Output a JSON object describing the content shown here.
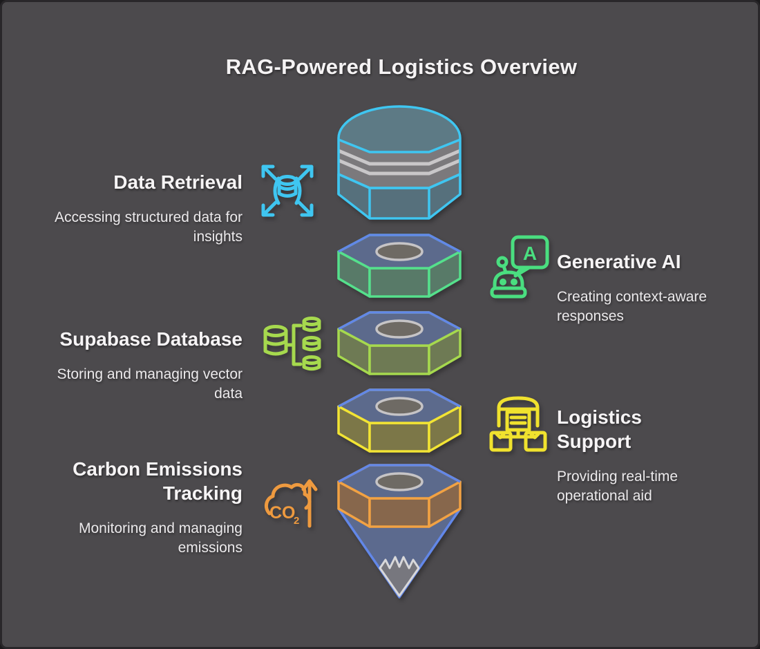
{
  "title": "RAG-Powered Logistics Overview",
  "sections": {
    "data_retrieval": {
      "heading": "Data Retrieval",
      "description": "Accessing structured data for insights",
      "icon": "expand-database-icon",
      "accent": "#3fc6f1",
      "side": "left"
    },
    "generative_ai": {
      "heading": "Generative AI",
      "description": "Creating context-aware responses",
      "icon": "robot-chat-icon",
      "bubble_letter": "A",
      "accent": "#4ade80",
      "side": "right"
    },
    "supabase_database": {
      "heading": "Supabase Database",
      "description": "Storing and managing vector data",
      "icon": "database-cluster-icon",
      "accent": "#a6d94e",
      "side": "left"
    },
    "logistics_support": {
      "heading": "Logistics Support",
      "description": "Providing real-time operational aid",
      "icon": "warehouse-boxes-icon",
      "accent": "#f0e22e",
      "side": "right"
    },
    "carbon_emissions": {
      "heading": "Carbon Emissions Tracking",
      "description": "Monitoring and managing emissions",
      "icon": "co2-emissions-icon",
      "co2_label": "CO",
      "co2_subscript": "2",
      "accent": "#ee9a3f",
      "side": "left"
    }
  },
  "funnel": {
    "layers": [
      {
        "name": "database-cylinder-layer",
        "accent": "#3fc6f1"
      },
      {
        "name": "hex-layer-green",
        "accent": "#55e08c"
      },
      {
        "name": "hex-layer-lime",
        "accent": "#a6d94e"
      },
      {
        "name": "hex-layer-yellow",
        "accent": "#f2e434"
      },
      {
        "name": "hex-layer-orange-with-tip",
        "accent": "#f2a243"
      }
    ],
    "top_face_edge_color": "#6287e8"
  },
  "colors": {
    "background": "#4c4a4d",
    "border": "#29272a",
    "heading_text": "#f6f4f5",
    "body_text": "#eceaec",
    "cyan": "#3fc6f1",
    "blue": "#6287e8",
    "green": "#55e08c",
    "lime": "#a6d94e",
    "yellow": "#f2e434",
    "orange": "#f2a243"
  }
}
